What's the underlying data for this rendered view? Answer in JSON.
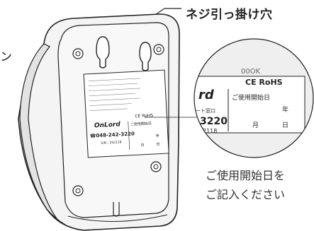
{
  "callout": {
    "hook_hole": "ネジ引っ掛け穴"
  },
  "left_fragment": "ン",
  "label_big": {
    "top_code": "00OK",
    "marks": "CE RoHS",
    "brand_suffix": "rd",
    "date_header": "ご使用開始日",
    "support_fragment": "ート窓口",
    "phone_tail": "3220",
    "code_tail": "2118",
    "year": "年",
    "month": "月",
    "day": "日"
  },
  "label_small": {
    "brand": "OnLord",
    "phone": "☎048-242-3220",
    "serial": "S/N : 252118",
    "date_header": "ご使用開始日",
    "marks": "CE RoHS",
    "year": "年",
    "month": "月",
    "day": "日"
  },
  "note": {
    "line1": "ご使用開始日を",
    "line2": "ご記入ください"
  }
}
